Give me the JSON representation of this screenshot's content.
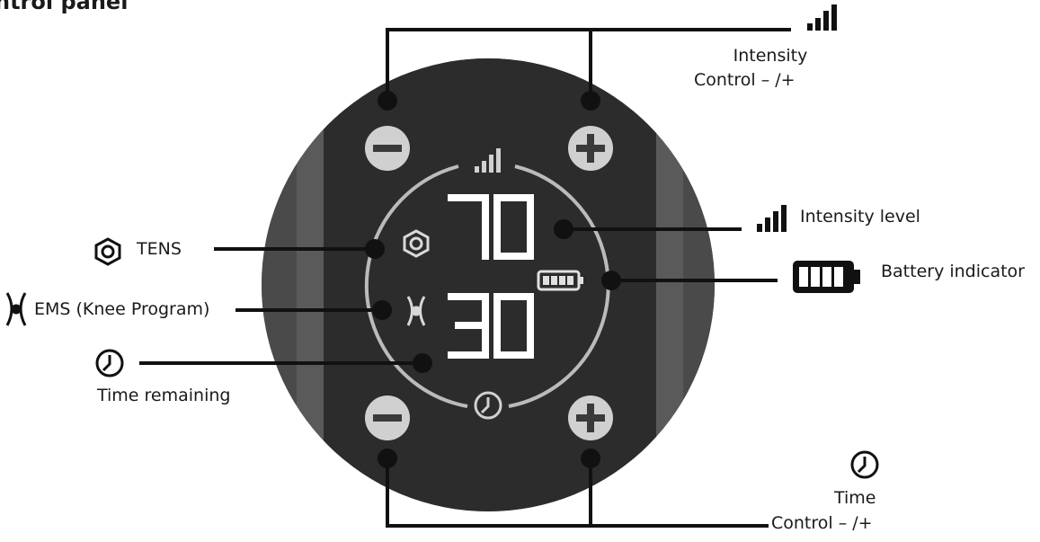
{
  "title": "ntrol panel",
  "display": {
    "intensity_value": "70",
    "time_value": "30"
  },
  "labels": {
    "intensity_control_line1": "Intensity",
    "intensity_control_line2": "Control – /+",
    "intensity_level": "Intensity level",
    "battery_indicator": "Battery indicator",
    "tens": "TENS",
    "ems": "EMS (Knee Program)",
    "time_remaining": "Time remaining",
    "time_control_line1": "Time",
    "time_control_line2": "Control – /+"
  },
  "colors": {
    "device_outer": "#3a3a3a",
    "device_face": "#2c2c2c",
    "button": "#d0d0d0",
    "leader": "#111111",
    "digits": "#ffffff"
  },
  "icons": [
    "signal-bars-icon",
    "battery-icon",
    "hexagon-nut-icon",
    "knee-icon",
    "clock-icon",
    "minus-icon",
    "plus-icon"
  ]
}
